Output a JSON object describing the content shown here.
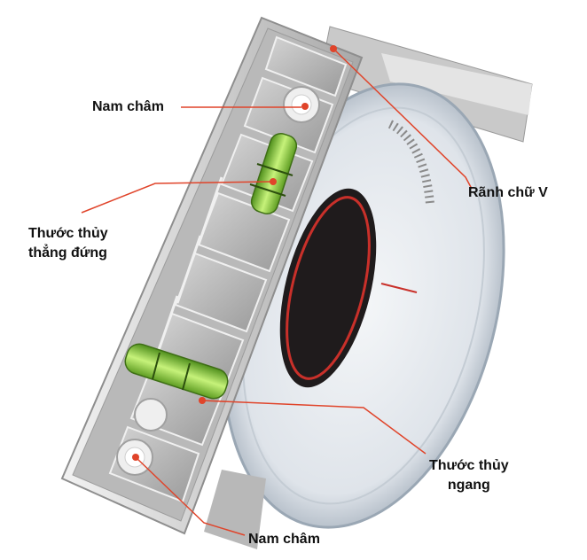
{
  "image": {
    "subject": "angle-finder-level-tool",
    "background_color": "#ffffff",
    "leader_line_color": "#e0442a",
    "bubble_color": "#8fdc3c"
  },
  "labels": {
    "magnet_top": "Nam châm",
    "v_groove": "Rãnh chữ V",
    "vertical_level": [
      "Thước thủy",
      "thẳng đứng"
    ],
    "horizontal_level": [
      "Thước thủy",
      "ngang"
    ],
    "magnet_bottom": "Nam châm"
  }
}
